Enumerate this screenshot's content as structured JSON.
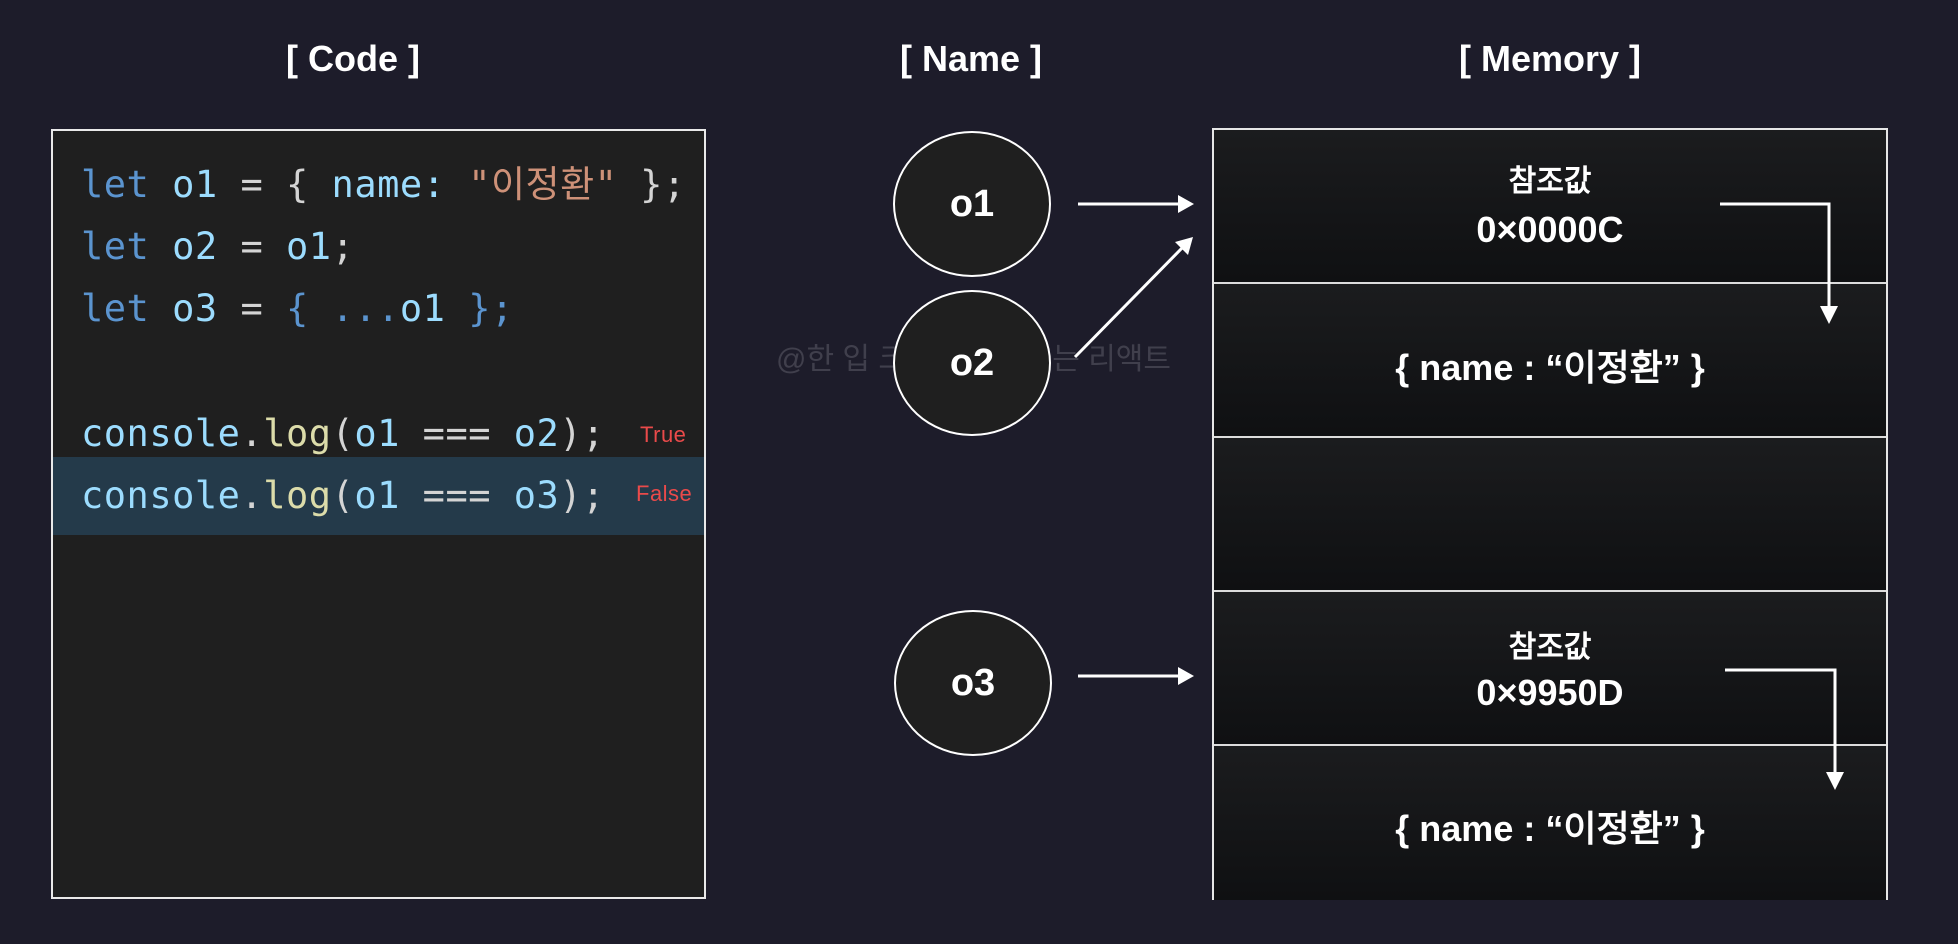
{
  "headings": {
    "code": "[ Code ]",
    "name": "[ Name ]",
    "memory": "[ Memory ]"
  },
  "code": {
    "line1": {
      "kw": "let",
      "var": "o1",
      "eq": " = {",
      "prop": " name:",
      "str": " \"이정환\"",
      "end": " };"
    },
    "line2": {
      "kw": "let",
      "var": "o2",
      "eq": " = ",
      "val": "o1",
      "end": ";"
    },
    "line3": {
      "kw": "let",
      "var": "o3",
      "eq": " = ",
      "rest": "{ ...",
      "val": "o1",
      "end": " };"
    },
    "line5": {
      "obj": "console",
      "dot": ".",
      "fn": "log",
      "open": "(",
      "a": "o1",
      "op": " === ",
      "b": "o2",
      "close": ");"
    },
    "line6": {
      "obj": "console",
      "dot": ".",
      "fn": "log",
      "open": "(",
      "a": "o1",
      "op": " === ",
      "b": "o3",
      "close": ");"
    },
    "result1": "True",
    "result2": "False"
  },
  "names": [
    "o1",
    "o2",
    "o3"
  ],
  "watermark": "@한 입 크기로 잘라먹는 리액트",
  "memory": {
    "ref1_label": "참조값",
    "ref1_addr": "0×0000C",
    "obj1": "{ name : “이정환” }",
    "ref2_label": "참조값",
    "ref2_addr": "0×9950D",
    "obj2": "{ name : “이정환” }"
  }
}
